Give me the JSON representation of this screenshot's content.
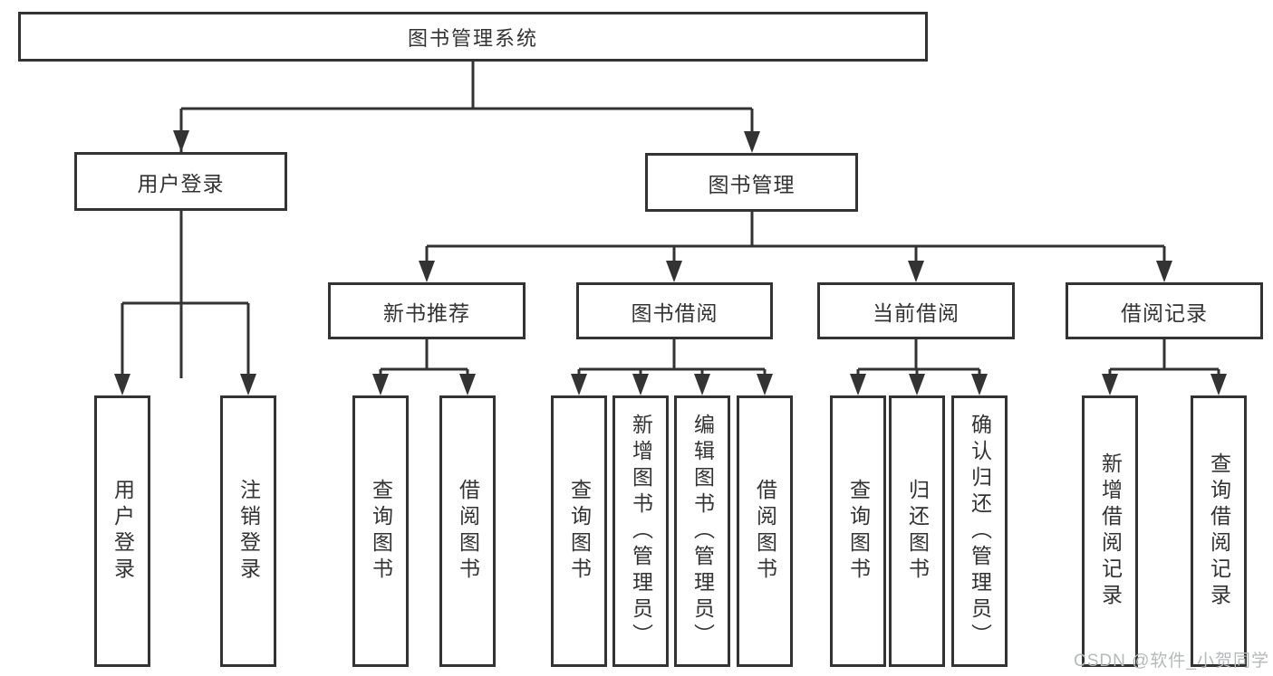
{
  "diagram": {
    "type": "hierarchy-tree",
    "title": "图书管理系统",
    "colors": {
      "border": "#333333",
      "line": "#333333",
      "text": "#333333",
      "background": "#ffffff",
      "watermark": "#b5b9ba"
    },
    "nodes": {
      "root": "图书管理系统",
      "user_login": "用户登录",
      "book_mgmt": "图书管理",
      "new_book_rec": "新书推荐",
      "book_borrow": "图书借阅",
      "current_borrow": "当前借阅",
      "borrow_record": "借阅记录",
      "leaf_user_login": "用户登录",
      "leaf_logout": "注销登录",
      "leaf_nb_query": "查询图书",
      "leaf_nb_borrow": "借阅图书",
      "leaf_bb_query": "查询图书",
      "leaf_bb_add": "新增图书（管理员）",
      "leaf_bb_edit": "编辑图书（管理员）",
      "leaf_bb_borrow": "借阅图书",
      "leaf_cb_query": "查询图书",
      "leaf_cb_return": "归还图书",
      "leaf_cb_confirm": "确认归还（管理员）",
      "leaf_br_add": "新增借阅记录",
      "leaf_br_query": "查询借阅记录"
    },
    "hierarchy": {
      "图书管理系统": {
        "用户登录": [
          "用户登录",
          "注销登录"
        ],
        "图书管理": {
          "新书推荐": [
            "查询图书",
            "借阅图书"
          ],
          "图书借阅": [
            "查询图书",
            "新增图书（管理员）",
            "编辑图书（管理员）",
            "借阅图书"
          ],
          "当前借阅": [
            "查询图书",
            "归还图书",
            "确认归还（管理员）"
          ],
          "借阅记录": [
            "新增借阅记录",
            "查询借阅记录"
          ]
        }
      }
    }
  },
  "watermark": "CSDN @软件_小贺同学"
}
